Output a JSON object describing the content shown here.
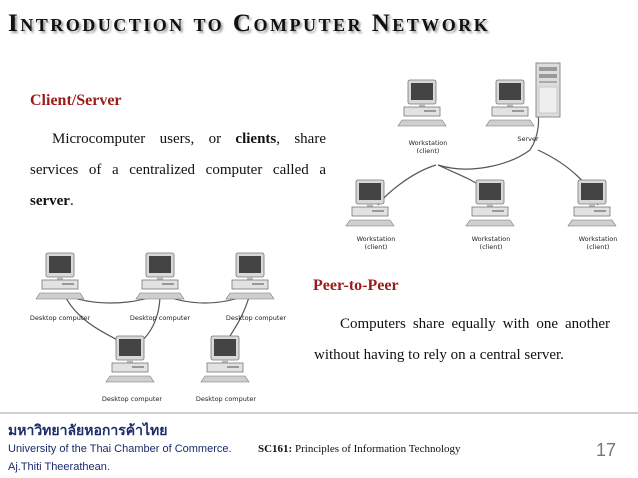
{
  "slide": {
    "title": "Introduction to Computer Network",
    "page_number": "17"
  },
  "client_server": {
    "heading": "Client/Server",
    "text_pre": "Microcomputer users, or ",
    "text_bold1": "clients",
    "text_mid": ", share services of a centralized computer called a ",
    "text_bold2": "server",
    "text_post": "."
  },
  "peer_to_peer": {
    "heading": "Peer-to-Peer",
    "text": "Computers share equally with one another without having to rely on a central server."
  },
  "client_server_diagram": {
    "workstation_top_line1": "Workstation",
    "workstation_top_line2": "(client)",
    "server_label": "Server",
    "ws1_line1": "Workstation",
    "ws1_line2": "(client)",
    "ws2_line1": "Workstation",
    "ws2_line2": "(client)",
    "ws3_line1": "Workstation",
    "ws3_line2": "(client)"
  },
  "p2p_diagram": {
    "desktop1": "Desktop computer",
    "desktop2": "Desktop computer",
    "desktop3": "Desktop computer",
    "desktop4": "Desktop computer",
    "desktop5": "Desktop computer"
  },
  "footer": {
    "university_thai": "มหาวิทยาลัยหอการค้าไทย",
    "university_english": "University of the Thai Chamber of Commerce.",
    "author": "Aj.Thiti   Theerathean.",
    "course_code": "SC161:",
    "course_name": " Principles of Information Technology"
  },
  "colors": {
    "heading": "#9b1b1b",
    "footer_text": "#1c2c6b",
    "page_number": "#777777"
  }
}
